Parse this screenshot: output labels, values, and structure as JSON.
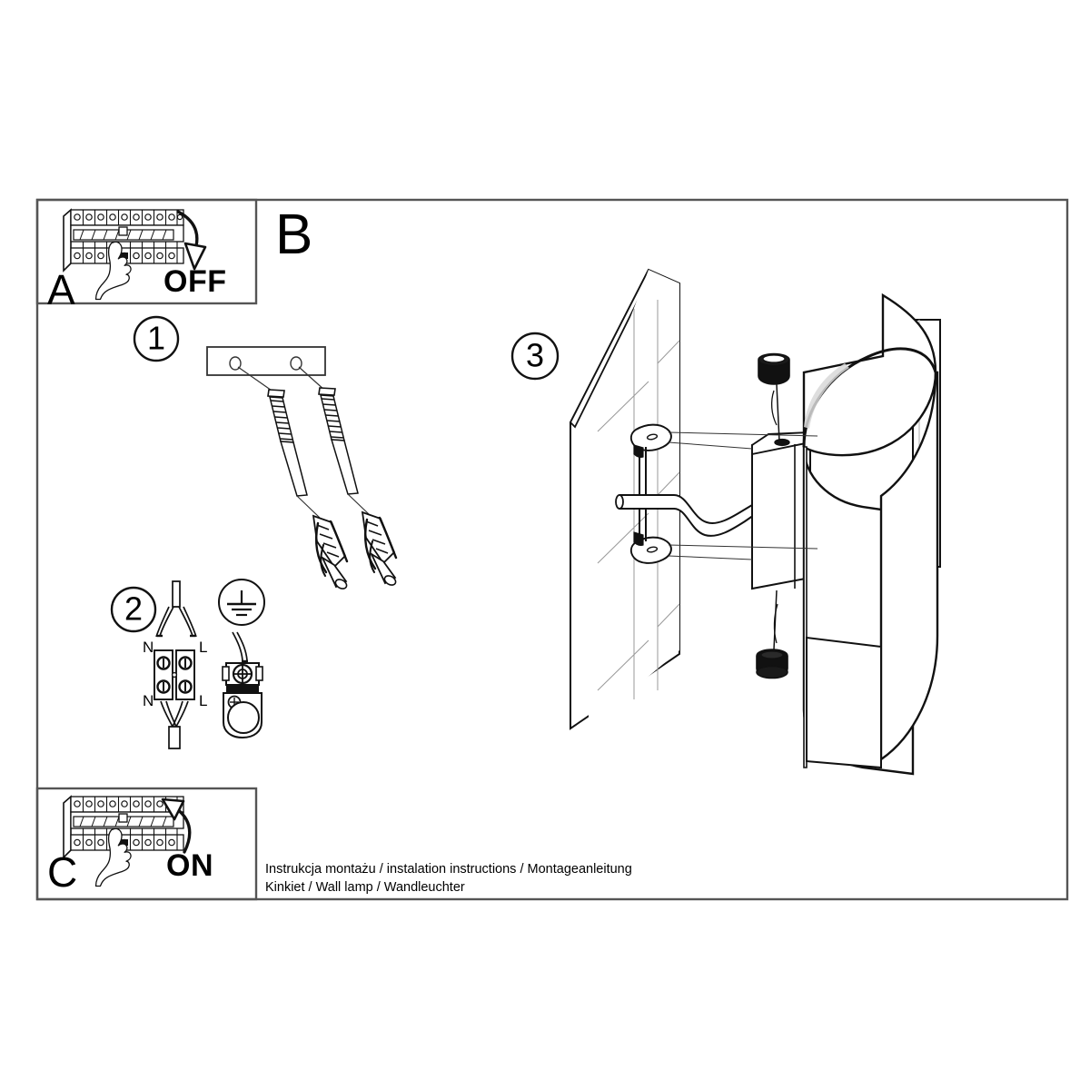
{
  "document": {
    "type": "installation-instruction-sheet",
    "caption_line1": "Instrukcja montażu / instalation instructions / Montageanleitung",
    "caption_line2": "Kinkiet / Wall lamp / Wandleuchter"
  },
  "panels": {
    "a": {
      "letter": "A",
      "action_label": "OFF",
      "icon": "circuit-breaker-panel",
      "arrow": "curved-arrow-down"
    },
    "b": {
      "letter": "B"
    },
    "c": {
      "letter": "C",
      "action_label": "ON",
      "icon": "circuit-breaker-panel",
      "arrow": "curved-arrow-up"
    }
  },
  "steps": [
    {
      "number": "1",
      "name": "mounting-bracket-and-anchors",
      "parts": [
        "mounting-plate",
        "screw",
        "screw",
        "wall-anchor",
        "wall-anchor"
      ]
    },
    {
      "number": "2",
      "name": "terminal-block-wiring",
      "labels": {
        "supply_neutral": "N",
        "supply_live": "L",
        "lamp_neutral": "N",
        "lamp_live": "L"
      },
      "earth_symbol": "earth-ground-symbol"
    },
    {
      "number": "3",
      "name": "fixture-assembly-on-wall",
      "parts": [
        "wall-panel",
        "bracket-tab",
        "bracket-tab",
        "bracket-arm",
        "lamp-body",
        "curved-shade",
        "cap-screw",
        "cap-screw"
      ]
    }
  ],
  "colors": {
    "line": "#1a1a1a",
    "frame": "#555555",
    "fill": "#ffffff",
    "shade_gray": "#d8d8d8"
  }
}
